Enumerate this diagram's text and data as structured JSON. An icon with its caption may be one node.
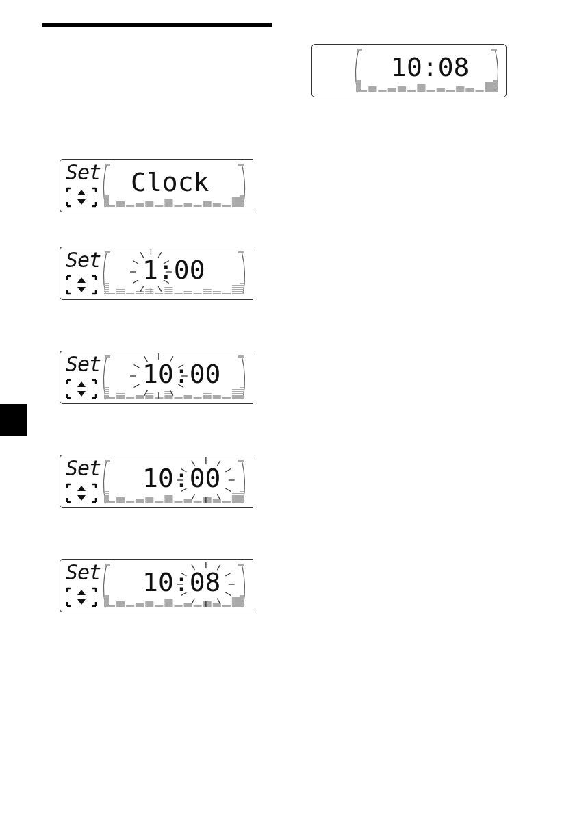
{
  "diagram": {
    "nodes": [
      {
        "text": [
          "Set",
          "Clock"
        ]
      },
      {
        "text": [
          "Set",
          "1:00"
        ]
      },
      {
        "text": [
          "Set",
          "10:00"
        ]
      },
      {
        "text": [
          "Set",
          "10:00"
        ]
      },
      {
        "text": [
          "Set",
          "10:08"
        ]
      },
      {
        "text": [
          "10:08"
        ]
      }
    ]
  }
}
